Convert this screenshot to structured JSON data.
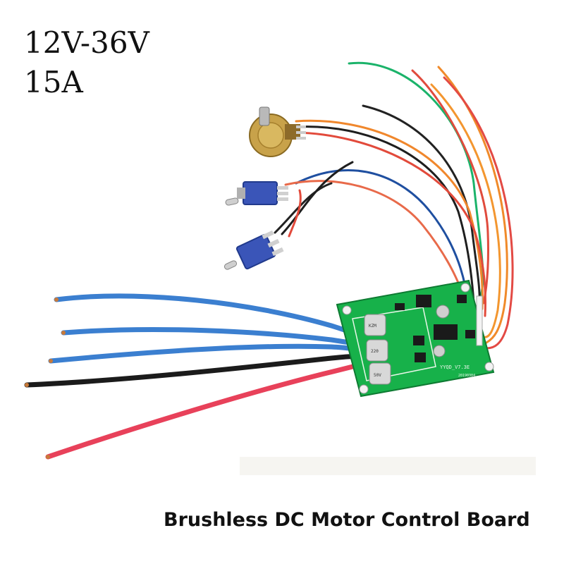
{
  "specs": {
    "voltage": "12V-36V",
    "current": "15A"
  },
  "caption": "Brushless DC Motor Control Board",
  "board": {
    "model_label": "YYQD_V7.3E",
    "date_label": "20190304",
    "capacitor_label": "KZM 220 50V"
  },
  "colors": {
    "pcb_green": "#17b14a",
    "motor_wire_blue": "#3b7fd0",
    "power_negative_black": "#1b1b1b",
    "power_positive_red": "#e8415a",
    "signal_orange": "#f08a2a",
    "signal_green": "#1bb36a",
    "signal_blue": "#1f4fa0",
    "switch_blue": "#3a55b8",
    "potentiometer_brass": "#c8a24a"
  },
  "components": [
    "potentiometer-icon",
    "toggle-switch-icon",
    "toggle-switch-icon",
    "pcb-board-icon",
    "electrolytic-capacitor-icon"
  ]
}
